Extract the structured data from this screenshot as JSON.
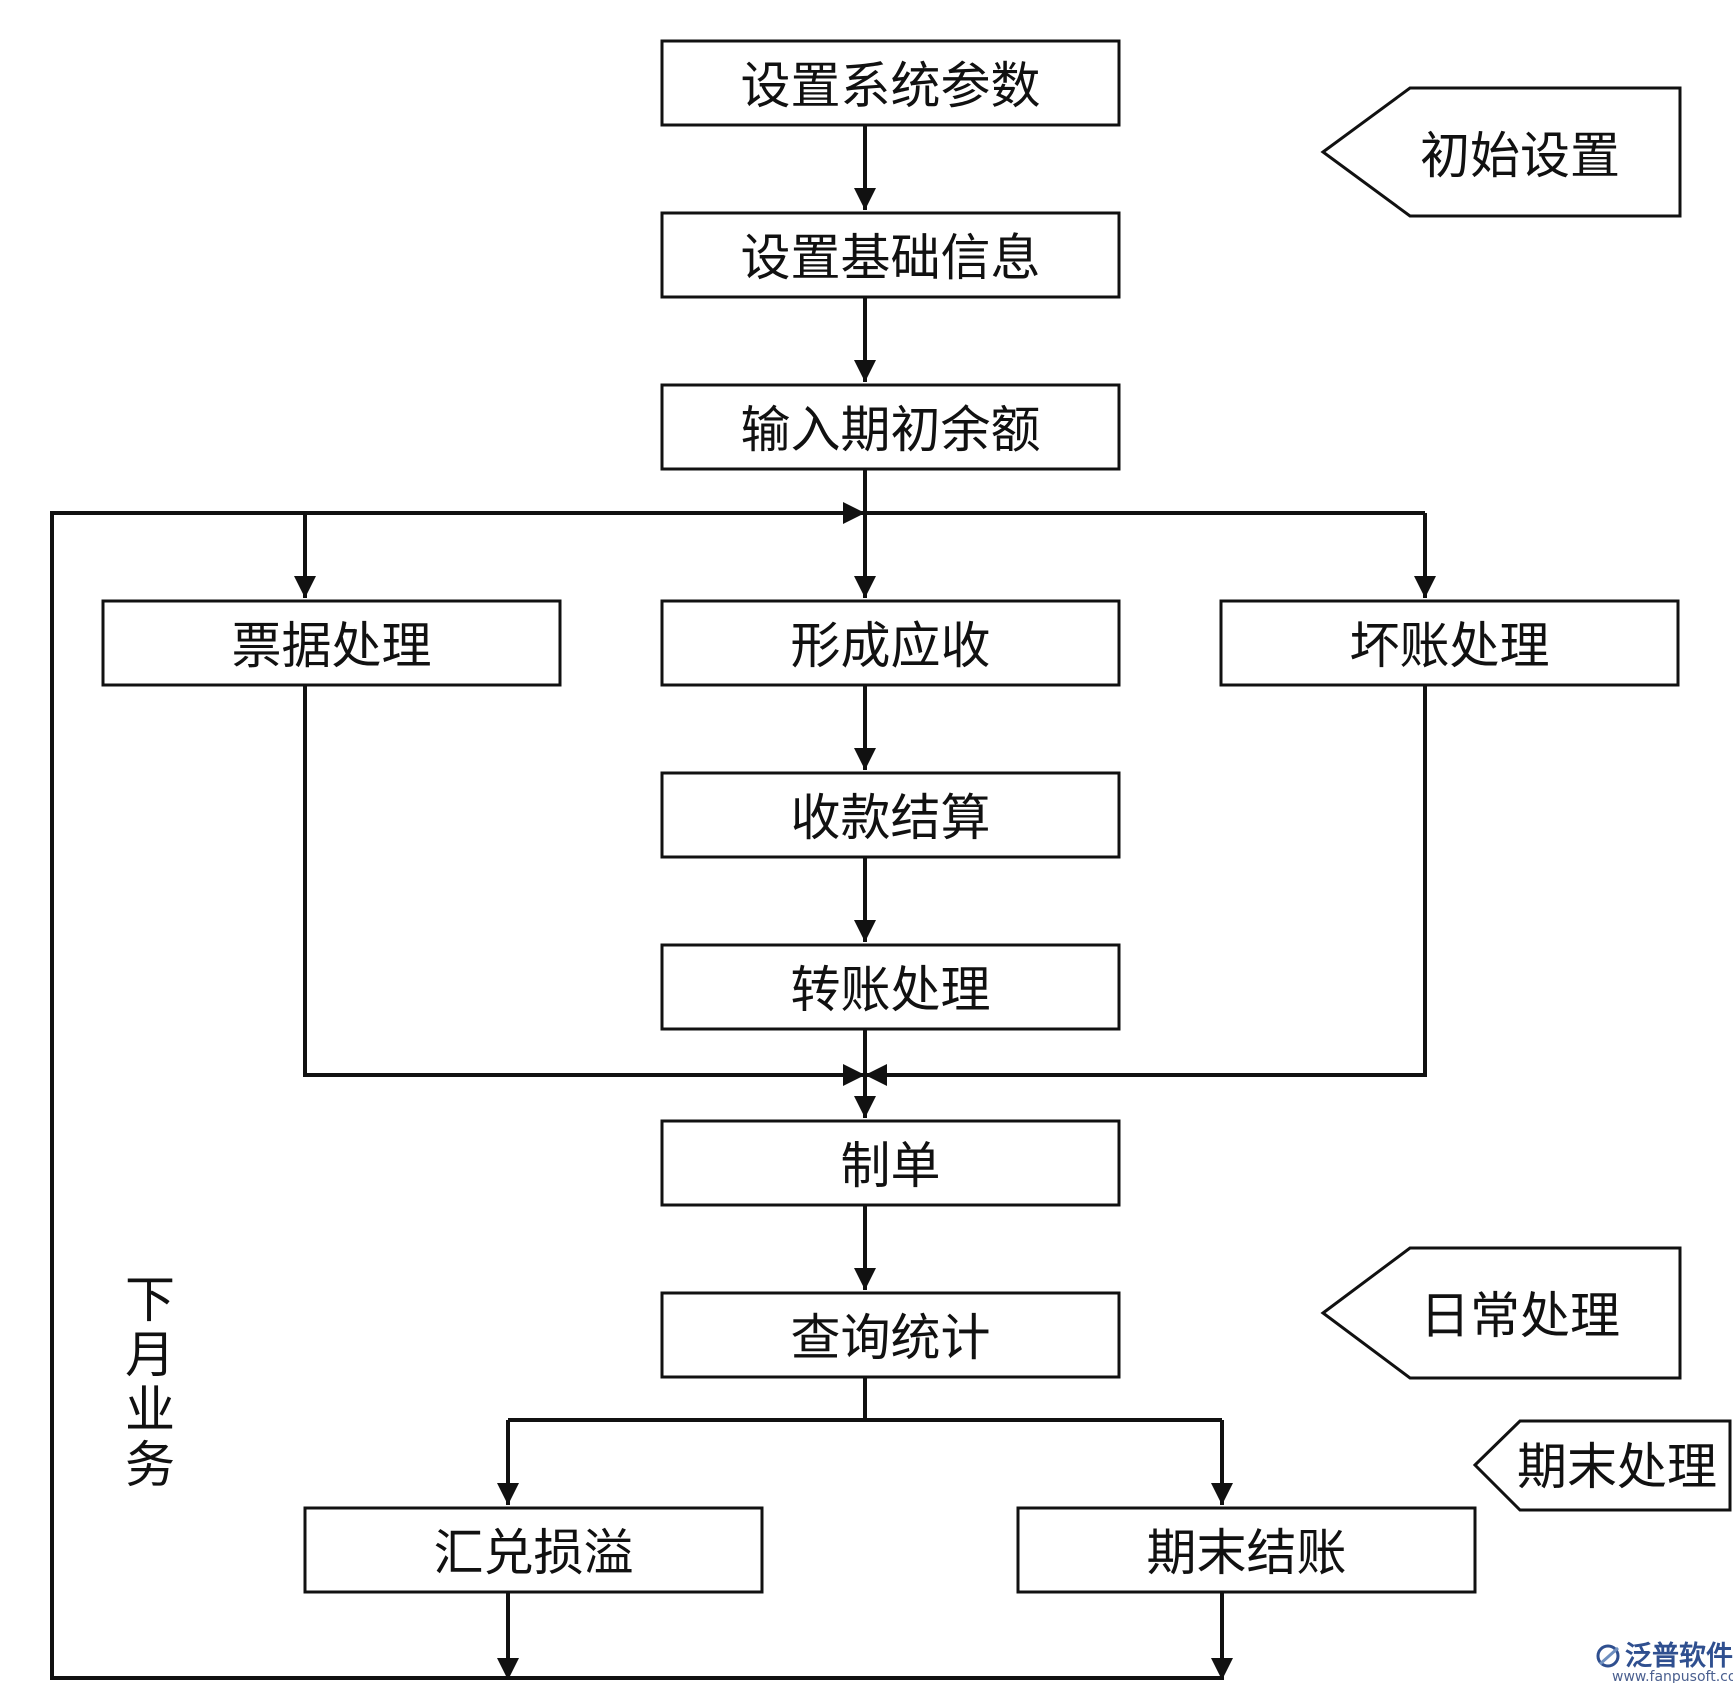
{
  "steps": {
    "set_params": "设置系统参数",
    "set_basic_info": "设置基础信息",
    "input_opening_balance": "输入期初余额",
    "bill_processing": "票据处理",
    "form_receivable": "形成应收",
    "bad_debt": "坏账处理",
    "collection_settlement": "收款结算",
    "transfer_processing": "转账处理",
    "make_voucher": "制单",
    "query_statistics": "查询统计",
    "exchange_gain_loss": "汇兑损溢",
    "period_end_closing": "期末结账"
  },
  "phases": {
    "initial_setup": "初始设置",
    "daily_processing": "日常处理",
    "period_end_processing": "期末处理"
  },
  "loop_label": [
    "下",
    "月",
    "业",
    "务"
  ],
  "watermark": {
    "brand": "泛普软件",
    "url": "www.fanpusoft.com"
  }
}
